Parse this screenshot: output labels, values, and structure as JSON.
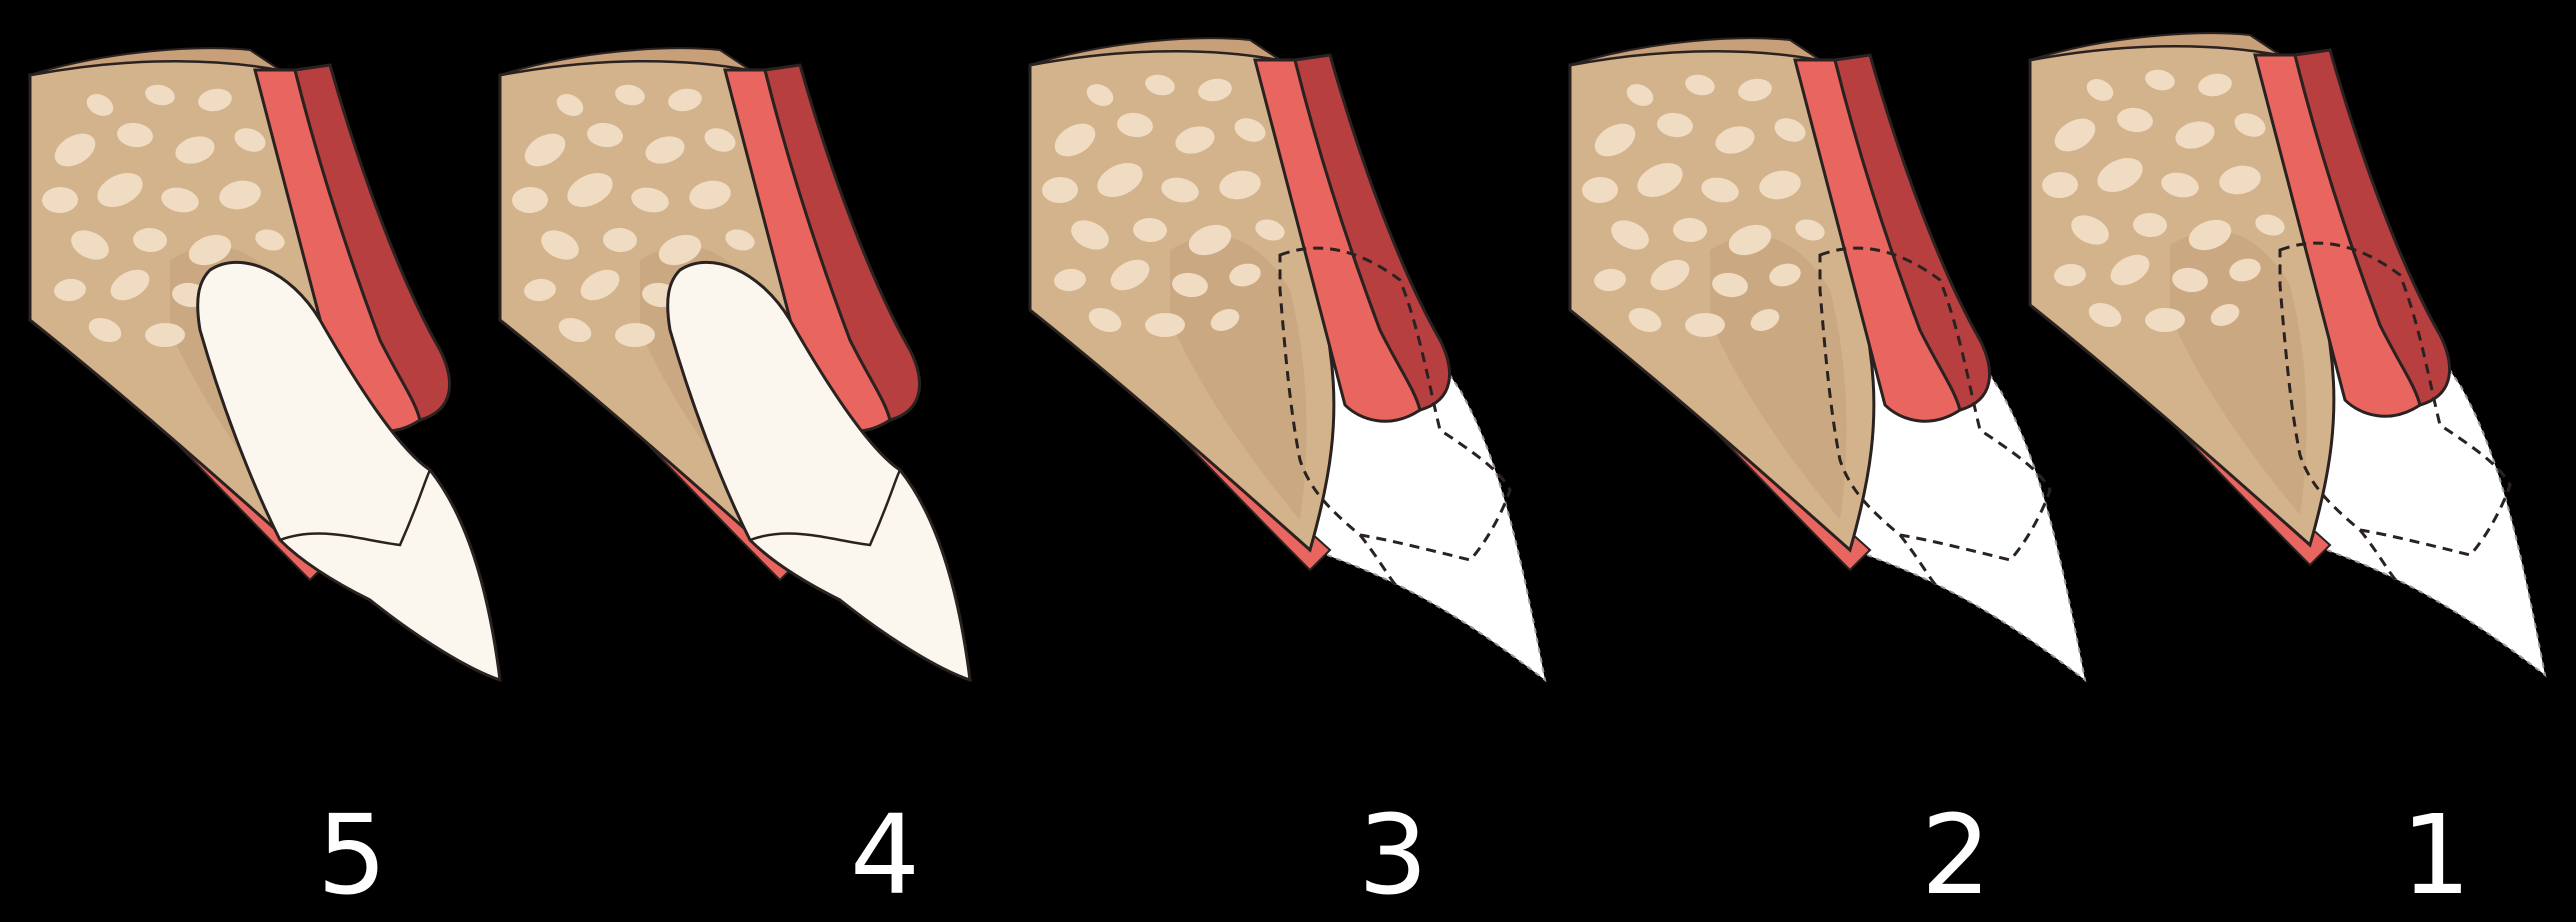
{
  "stages": [
    {
      "label": "5",
      "tooth": "erupted"
    },
    {
      "label": "4",
      "tooth": "erupted"
    },
    {
      "label": "3",
      "tooth": "outline"
    },
    {
      "label": "2",
      "tooth": "outline"
    },
    {
      "label": "1",
      "tooth": "outline"
    }
  ],
  "colors": {
    "background": "#000000",
    "bone": "#d3b38c",
    "bone_dark": "#c2a078",
    "bone_top": "#c79f78",
    "marrow": "#f0dcc2",
    "gum": "#e8665f",
    "gum_side": "#b73f3f",
    "tooth": "#fbf7ef",
    "soft_tissue": "#ffffff",
    "outline": "#2a2220"
  }
}
